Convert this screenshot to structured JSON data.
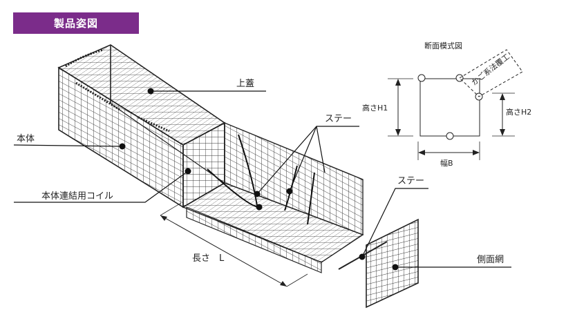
{
  "header": {
    "title": "製品姿図"
  },
  "section": {
    "title": "断面模式図"
  },
  "labels": {
    "lid": "上蓋",
    "body": "本体",
    "coil": "本体連結用コイル",
    "stay_main": "ステー",
    "stay_side": "ステー",
    "length": "長さ　L",
    "side_net": "側面網",
    "height1": "高さH1",
    "height2": "高さH2",
    "width": "幅B",
    "hinge": "かご系法覆工"
  },
  "colors": {
    "header_bg": "#7b2c8a",
    "header_text": "#ffffff",
    "line": "#222222"
  }
}
